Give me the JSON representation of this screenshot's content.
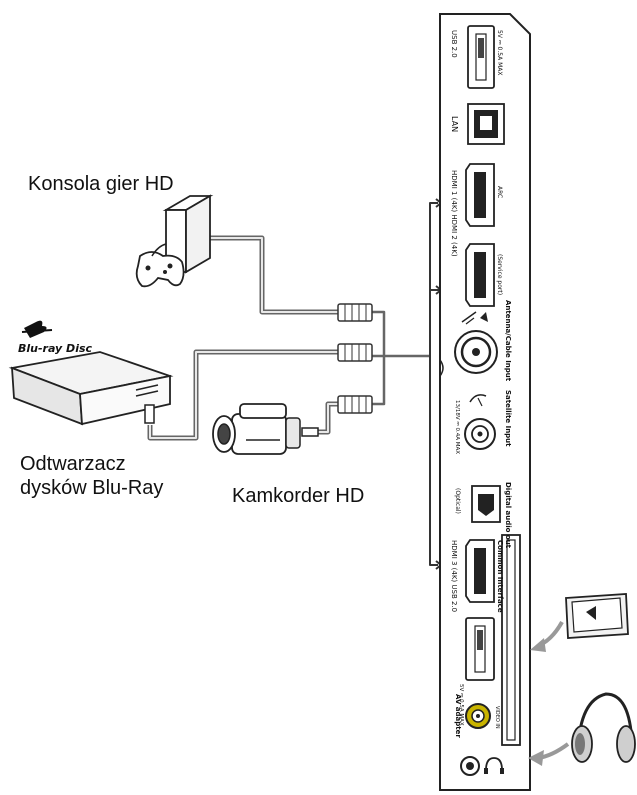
{
  "devices": {
    "game_console": "Konsola gier HD",
    "bluray_player": [
      "Odtwarzacz",
      "dysków Blu-Ray"
    ],
    "camcorder": "Kamkorder HD"
  },
  "bluray_logo": "Blu-ray Disc",
  "panel": {
    "usb1_label": "USB 2.0",
    "usb1_rating": "5V ⎓ 0.5A MAX",
    "lan_label": "LAN",
    "hdmi_group_label": "HDMI 1 (4K) HDMI 2 (4K)",
    "hdmi1_tag": "ARC",
    "hdmi2_tag": "(Service port)",
    "antenna_label": "Antenna/Cable Input",
    "satellite_label": "Satellite Input",
    "satellite_rating": "13/18V ⎓ 0.4A MAX",
    "digital_audio_label": "Digital audio out",
    "optical_tag": "(Optical)",
    "hdmi3_usb_label": "HDMI 3 (4K) USB 2.0",
    "ci_label": "Common Interface",
    "usb2_rating": "5V ⎓ 0.5A MAX",
    "av_label": "AV adapter",
    "av_tag": "VIDEO IN"
  }
}
